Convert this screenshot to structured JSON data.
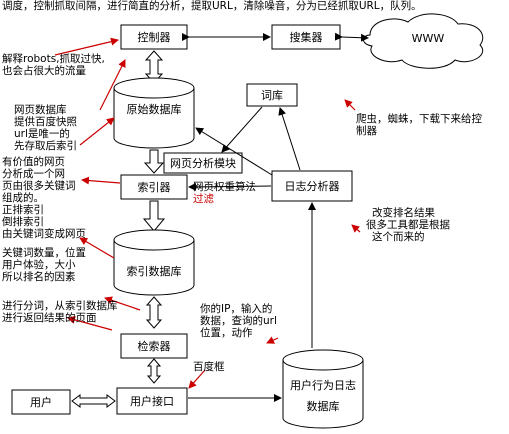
{
  "nodes": {
    "controller": "控制器",
    "collector": "搜集器",
    "www": "WWW",
    "raw_db": "原始数据库",
    "lexicon": "词库",
    "page_analysis": "网页分析模块",
    "indexer": "索引器",
    "log_analyzer": "日志分析器",
    "index_db": "索引数据库",
    "retriever": "检索器",
    "user_interface": "用户接口",
    "user": "用户",
    "behavior_db_line1": "用户行为日志",
    "behavior_db_line2": "数据库"
  },
  "annotations": {
    "top": "调度，控制抓取间隔，进行简直的分析，提取URL，清除噪音，分为已经抓取URL，队列。",
    "robots": [
      "解释robots,抓取过快,",
      "也会占很大的流量"
    ],
    "web_db": [
      "网页数据库",
      "提供百度快照",
      "url是唯一的",
      "先存取后索引"
    ],
    "valuable": [
      "有价值的网页",
      "分析成一个网",
      "页由很多关键词",
      "组成的。",
      "正排索引",
      "倒排索引",
      "由关键词变成网页"
    ],
    "keywords": [
      "关键词数量，位置",
      "用户体验，大小",
      "所以排名的因素"
    ],
    "retrieve": [
      "进行分词，从索引数据库",
      "进行返回结果的页面"
    ],
    "crawler": [
      "爬虫，蜘蛛，下载下来给控",
      "制器"
    ],
    "weight": [
      "网页权重算法",
      "过滤"
    ],
    "ranking": [
      "改变排名结果",
      "很多工具都是根据",
      "这个而来的"
    ],
    "user_info": [
      "你的IP，输入的",
      "数据，查询的url",
      "位置，动作"
    ],
    "search_box": "百度框"
  },
  "colors": {
    "annotation_arrow": "#cc0000",
    "weight_text": "#cc0000",
    "line": "#000000"
  }
}
